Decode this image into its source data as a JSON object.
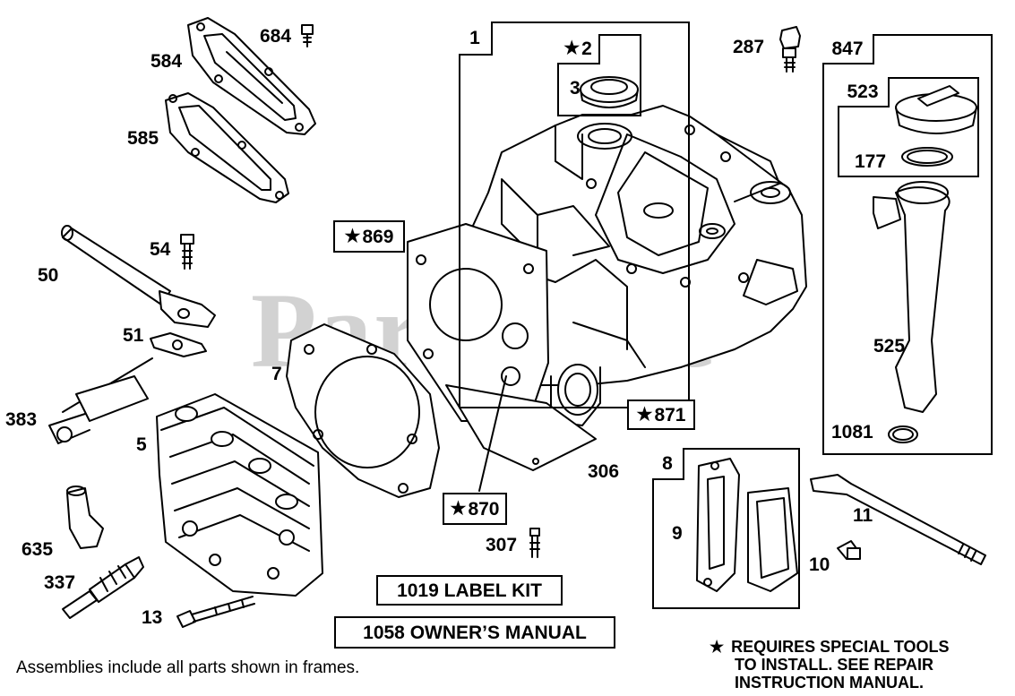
{
  "watermark": "PartsTree",
  "colors": {
    "ink": "#000000",
    "paper": "#ffffff",
    "watermark": "#d2d2d2"
  },
  "star_glyph": "★",
  "frames": {
    "f1": "1",
    "f2": "2",
    "f523": "523",
    "f847": "847",
    "f8": "8"
  },
  "callouts": {
    "p869": "869",
    "p871": "871",
    "p870": "870"
  },
  "labels": {
    "l3": "3",
    "l177": "177",
    "l525": "525",
    "l1081": "1081",
    "l9": "9",
    "l684": "684",
    "l584": "584",
    "l585": "585",
    "l287": "287",
    "l54": "54",
    "l50": "50",
    "l51": "51",
    "l7": "7",
    "l383": "383",
    "l5": "5",
    "l306": "306",
    "l11": "11",
    "l10": "10",
    "l307": "307",
    "l635": "635",
    "l337": "337",
    "l13": "13"
  },
  "kits": {
    "label_kit": "1019 LABEL KIT",
    "owners_manual": "1058 OWNER’S MANUAL"
  },
  "footer": "Assemblies include all parts shown in frames.",
  "note_lines": [
    "REQUIRES SPECIAL TOOLS",
    "TO INSTALL.  SEE REPAIR",
    "INSTRUCTION MANUAL."
  ]
}
